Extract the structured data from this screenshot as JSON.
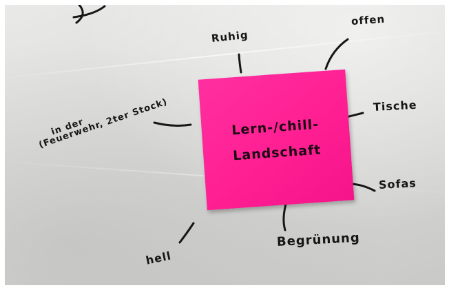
{
  "sticky_note": {
    "line1": "Lern-/chill-",
    "line2": "Landschaft",
    "color": "#ff1f93"
  },
  "labels": {
    "ruhig": "Ruhig",
    "offen": "offen",
    "tische": "Tische",
    "sofas": "Sofas",
    "begruenung": "Begrünung",
    "hell": "hell",
    "location_line1": "in der",
    "location_line2": "(Feuerwehr, 2ter Stock)"
  },
  "colors": {
    "paper": "#dcdcda",
    "ink": "#161616"
  }
}
